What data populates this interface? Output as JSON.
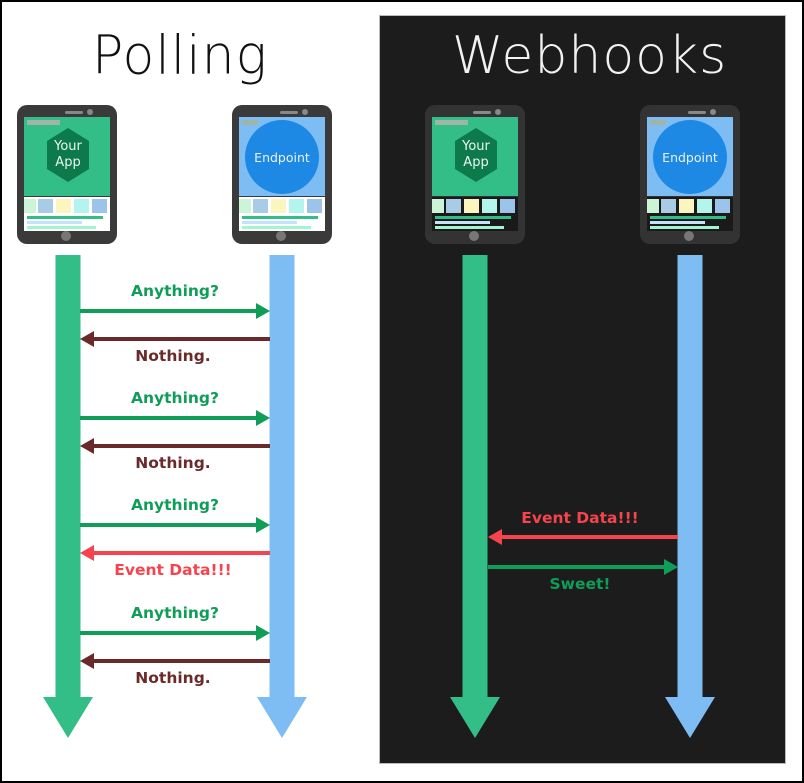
{
  "colors": {
    "app_green": "#33bd87",
    "endpoint_blue": "#7dbdf3",
    "request_green": "#0f9d58",
    "nothing_brown": "#6b2a2a",
    "event_red": "#f4444e",
    "dark_panel": "#1c1c1c",
    "hex_green": "#0c7a4a",
    "circle_blue": "#1e88e5"
  },
  "polling": {
    "title": "Polling",
    "app_device": {
      "label_line1": "Your",
      "label_line2": "App",
      "icon": "hexagon-icon"
    },
    "endpoint_device": {
      "label": "Endpoint",
      "icon": "circle-icon"
    },
    "messages": [
      {
        "text": "Anything?",
        "direction": "app-to-endpoint",
        "kind": "request"
      },
      {
        "text": "Nothing.",
        "direction": "endpoint-to-app",
        "kind": "empty-response"
      },
      {
        "text": "Anything?",
        "direction": "app-to-endpoint",
        "kind": "request"
      },
      {
        "text": "Nothing.",
        "direction": "endpoint-to-app",
        "kind": "empty-response"
      },
      {
        "text": "Anything?",
        "direction": "app-to-endpoint",
        "kind": "request"
      },
      {
        "text": "Event Data!!!",
        "direction": "endpoint-to-app",
        "kind": "event"
      },
      {
        "text": "Anything?",
        "direction": "app-to-endpoint",
        "kind": "request"
      },
      {
        "text": "Nothing.",
        "direction": "endpoint-to-app",
        "kind": "empty-response"
      }
    ]
  },
  "webhooks": {
    "title": "Webhooks",
    "app_device": {
      "label_line1": "Your",
      "label_line2": "App",
      "icon": "hexagon-icon"
    },
    "endpoint_device": {
      "label": "Endpoint",
      "icon": "circle-icon"
    },
    "messages": [
      {
        "text": "Event Data!!!",
        "direction": "endpoint-to-app",
        "kind": "event"
      },
      {
        "text": "Sweet!",
        "direction": "app-to-endpoint",
        "kind": "ack"
      }
    ]
  }
}
